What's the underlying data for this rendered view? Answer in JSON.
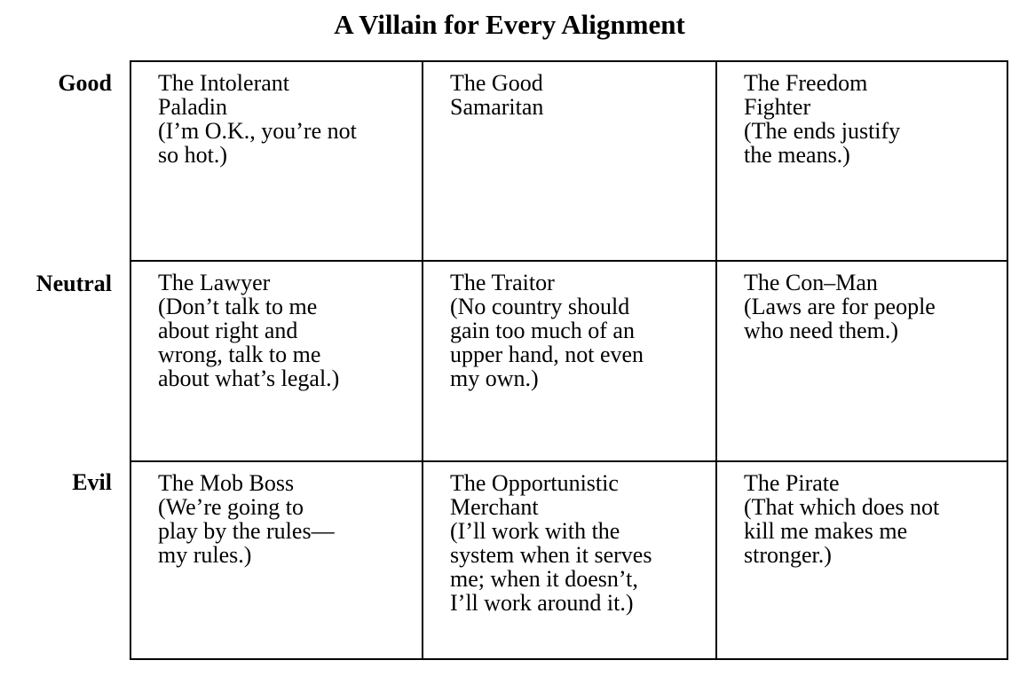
{
  "title": "A Villain for Every Alignment",
  "rows": [
    {
      "label": "Good",
      "cells": [
        {
          "lines": [
            "The Intolerant",
            "Paladin",
            "(I’m O.K., you’re not",
            "so hot.)"
          ]
        },
        {
          "lines": [
            "The Good",
            "Samaritan"
          ]
        },
        {
          "lines": [
            "The Freedom",
            "Fighter",
            "(The ends justify",
            "the means.)"
          ]
        }
      ]
    },
    {
      "label": "Neutral",
      "cells": [
        {
          "lines": [
            "The Lawyer",
            "(Don’t talk to me",
            "about right and",
            "wrong, talk to me",
            "about what’s legal.)"
          ]
        },
        {
          "lines": [
            "The Traitor",
            "(No country should",
            "gain too much of an",
            "upper hand, not even",
            "my own.)"
          ]
        },
        {
          "lines": [
            "The Con–Man",
            "(Laws are for people",
            "who need them.)"
          ]
        }
      ]
    },
    {
      "label": "Evil",
      "cells": [
        {
          "lines": [
            "The Mob Boss",
            "(We’re going to",
            "play by the rules—",
            "my rules.)"
          ]
        },
        {
          "lines": [
            "The Opportunistic",
            "Merchant",
            "(I’ll work with the",
            "system when it serves",
            "me; when it doesn’t,",
            "I’ll work around it.)"
          ]
        },
        {
          "lines": [
            "The Pirate",
            "(That which does not",
            "kill me makes me",
            "stronger.)"
          ]
        }
      ]
    }
  ]
}
